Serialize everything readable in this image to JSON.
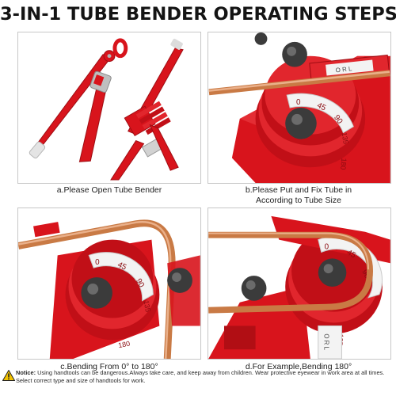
{
  "title": "3-IN-1 TUBE BENDER OPERATING STEPS",
  "steps": [
    {
      "caption": "a.Please Open Tube Bender"
    },
    {
      "caption_line1": "b.Please Put and Fix Tube in",
      "caption_line2": "According to Tube Size"
    },
    {
      "caption": "c.Bending From 0° to 180°"
    },
    {
      "caption": "d.For Example,Bending 180°"
    }
  ],
  "die_markings": {
    "zero": "0",
    "forty_five": "45",
    "ninety": "90",
    "one_thirty_five": "135",
    "one_eighty": "180",
    "letters": "O R L"
  },
  "notice": {
    "label": "Notice:",
    "text": " Using handtools can be dangerous.Always take care, and keep away from children. Wear protective eyewear in work area at all times. Select correct type and size of handtools for work."
  },
  "colors": {
    "tool_red": "#d8141c",
    "tool_red_dark": "#9e0c12",
    "copper": "#c97a45",
    "knob": "#3b3b3b",
    "background": "#ffffff",
    "warning_yellow": "#f2c200"
  }
}
